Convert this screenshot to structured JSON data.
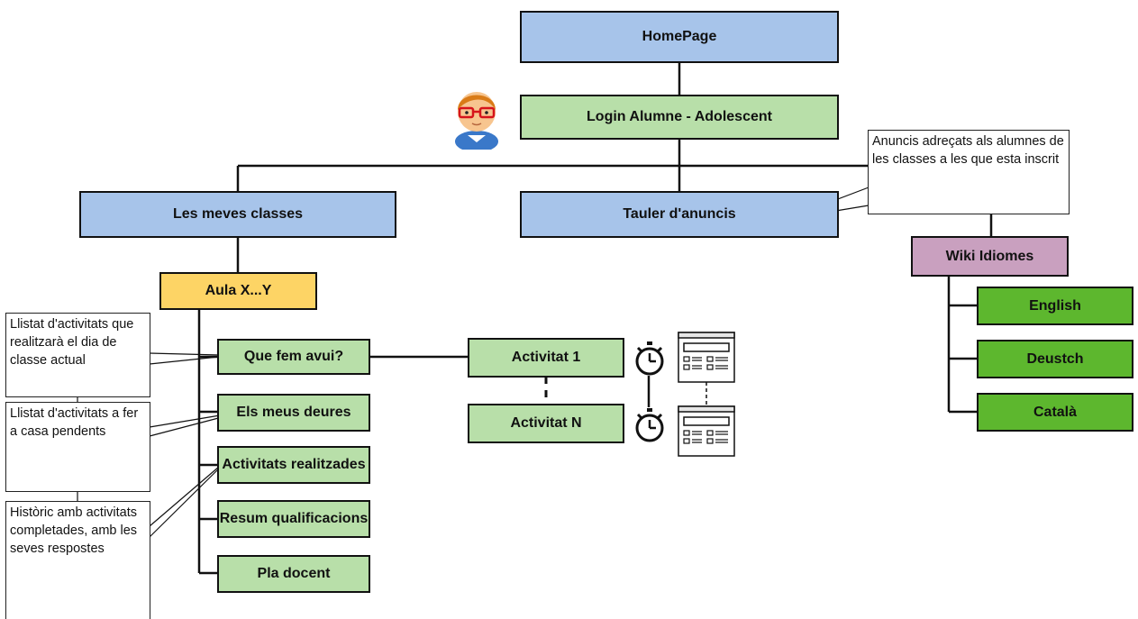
{
  "nodes": {
    "homepage": "HomePage",
    "login": "Login Alumne - Adolescent",
    "classes": "Les meves classes",
    "tauler": "Tauler d'anuncis",
    "aula": "Aula X...Y",
    "avui": "Que fem avui?",
    "deures": "Els meus deures",
    "realitzades": "Activitats realitzades",
    "resum": "Resum qualificacions",
    "pla": "Pla docent",
    "act1": "Activitat 1",
    "actn": "Activitat N",
    "wiki": "Wiki Idiomes",
    "english": "English",
    "deustch": "Deustch",
    "catala": "Català"
  },
  "notes": {
    "anuncis": "Anuncis adreçats als alumnes de les classes a les que esta inscrit",
    "avui": "Llistat d'activitats que realitzarà el dia de classe actual",
    "deures": "Llistat d'activitats a fer a casa pendents",
    "historic": "Històric amb activitats completades, amb les seves respostes"
  },
  "icons": [
    "student-avatar",
    "stopwatch-icon",
    "form-document-icon"
  ],
  "colors": {
    "blue": "#a7c4ea",
    "light_green": "#b8dfa9",
    "dark_green": "#5db72e",
    "yellow": "#fdd465",
    "purple": "#c9a0bf"
  }
}
